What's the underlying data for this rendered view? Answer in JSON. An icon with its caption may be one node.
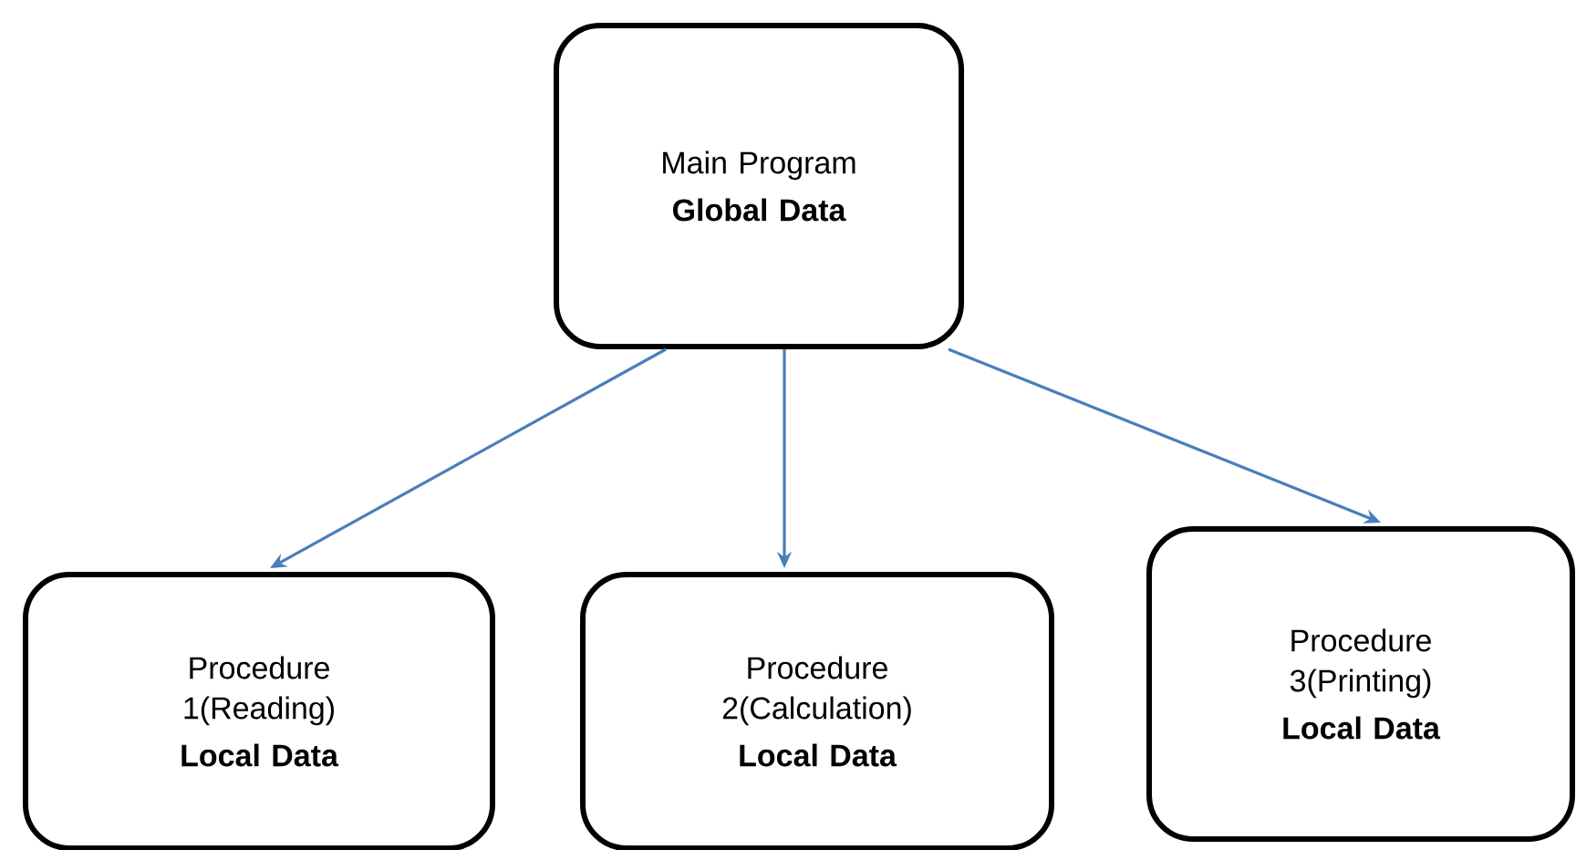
{
  "diagram": {
    "nodes": [
      {
        "text": [
          "Main Program",
          "Global Data"
        ]
      },
      {
        "text": [
          "Procedure 1(Reading)",
          "Local Data"
        ]
      },
      {
        "text": [
          "Procedure 2(Calculation)",
          "Local Data"
        ]
      },
      {
        "text": [
          "Procedure 3(Printing)",
          "Local Data"
        ]
      }
    ],
    "edges": [
      {
        "from": 0,
        "to": 1,
        "arrow": "to"
      },
      {
        "from": 0,
        "to": 2,
        "arrow": "to"
      },
      {
        "from": 0,
        "to": 3,
        "arrow": "to"
      }
    ]
  }
}
